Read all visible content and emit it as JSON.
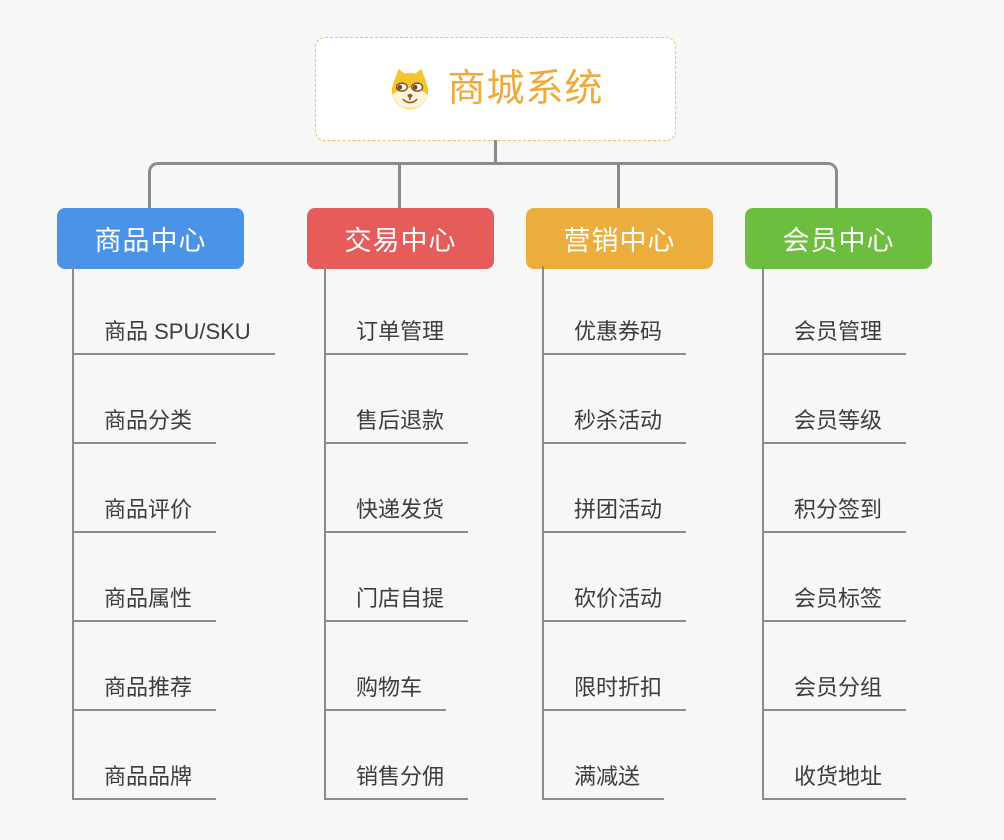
{
  "root": {
    "title": "商城系统",
    "icon": "shiba-dog-icon"
  },
  "branches": [
    {
      "label": "商品中心",
      "color": "#4B93E6",
      "items": [
        "商品 SPU/SKU",
        "商品分类",
        "商品评价",
        "商品属性",
        "商品推荐",
        "商品品牌"
      ]
    },
    {
      "label": "交易中心",
      "color": "#E65C5A",
      "items": [
        "订单管理",
        "售后退款",
        "快递发货",
        "门店自提",
        "购物车",
        "销售分佣"
      ]
    },
    {
      "label": "营销中心",
      "color": "#EBAD3B",
      "items": [
        "优惠券码",
        "秒杀活动",
        "拼团活动",
        "砍价活动",
        "限时折扣",
        "满减送"
      ]
    },
    {
      "label": "会员中心",
      "color": "#6DBE3E",
      "items": [
        "会员管理",
        "会员等级",
        "积分签到",
        "会员标签",
        "会员分组",
        "收货地址"
      ]
    }
  ],
  "colors": {
    "line": "#8B8B8B",
    "background": "#F7F7F7",
    "root-accent": "#F0A838",
    "root-border": "#F5BE62",
    "item-text": "#3C3C3C"
  }
}
